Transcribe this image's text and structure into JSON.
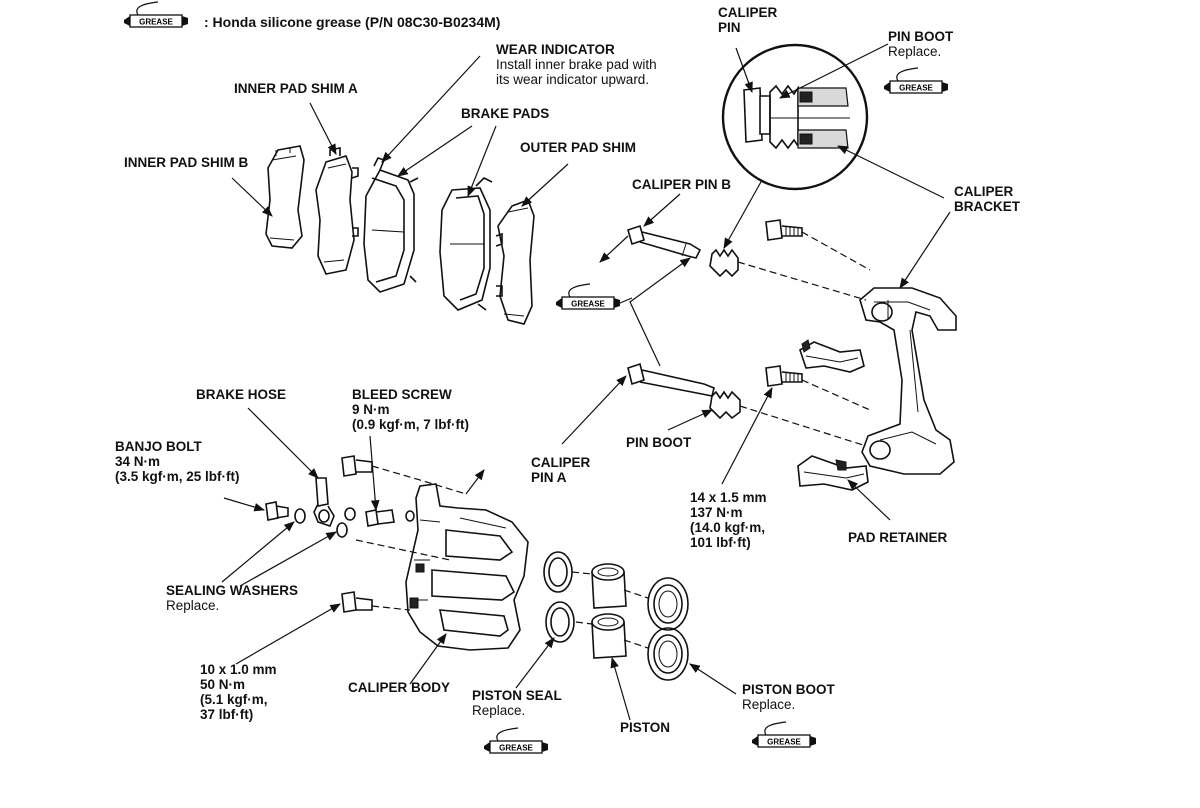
{
  "legend": {
    "tube_text": "GREASE",
    "text": ": Honda silicone grease (P/N 08C30-B0234M)"
  },
  "grease_tube_text": "GREASE",
  "labels": {
    "wear_indicator": {
      "title": "WEAR INDICATOR",
      "note1": "Install inner brake pad with",
      "note2": "its wear indicator upward."
    },
    "inner_pad_shim_a": "INNER PAD SHIM A",
    "brake_pads": "BRAKE PADS",
    "inner_pad_shim_b": "INNER PAD SHIM B",
    "outer_pad_shim": "OUTER PAD SHIM",
    "caliper_pin_top": {
      "line1": "CALIPER",
      "line2": "PIN"
    },
    "pin_boot_top": {
      "title": "PIN BOOT",
      "note": "Replace."
    },
    "caliper_bracket": {
      "line1": "CALIPER",
      "line2": "BRACKET"
    },
    "caliper_pin_b": "CALIPER PIN B",
    "brake_hose": "BRAKE HOSE",
    "bleed_screw": {
      "title": "BLEED SCREW",
      "t1": "9 N·m",
      "t2": "(0.9 kgf·m, 7 lbf·ft)"
    },
    "banjo_bolt": {
      "title": "BANJO BOLT",
      "t1": "34 N·m",
      "t2": "(3.5 kgf·m, 25 lbf·ft)"
    },
    "caliper_pin_a": {
      "line1": "CALIPER",
      "line2": "PIN A"
    },
    "pin_boot_mid": "PIN BOOT",
    "bracket_bolt": {
      "t1": "14 x 1.5 mm",
      "t2": "137 N·m",
      "t3": "(14.0 kgf·m,",
      "t4": "101 lbf·ft)"
    },
    "pad_retainer": "PAD RETAINER",
    "sealing_washers": {
      "title": "SEALING WASHERS",
      "note": "Replace."
    },
    "body_bolt": {
      "t1": "10 x 1.0 mm",
      "t2": "50 N·m",
      "t3": "(5.1 kgf·m,",
      "t4": "37 lbf·ft)"
    },
    "caliper_body": "CALIPER BODY",
    "piston_seal": {
      "title": "PISTON SEAL",
      "note": "Replace."
    },
    "piston": "PISTON",
    "piston_boot": {
      "title": "PISTON BOOT",
      "note": "Replace."
    }
  }
}
